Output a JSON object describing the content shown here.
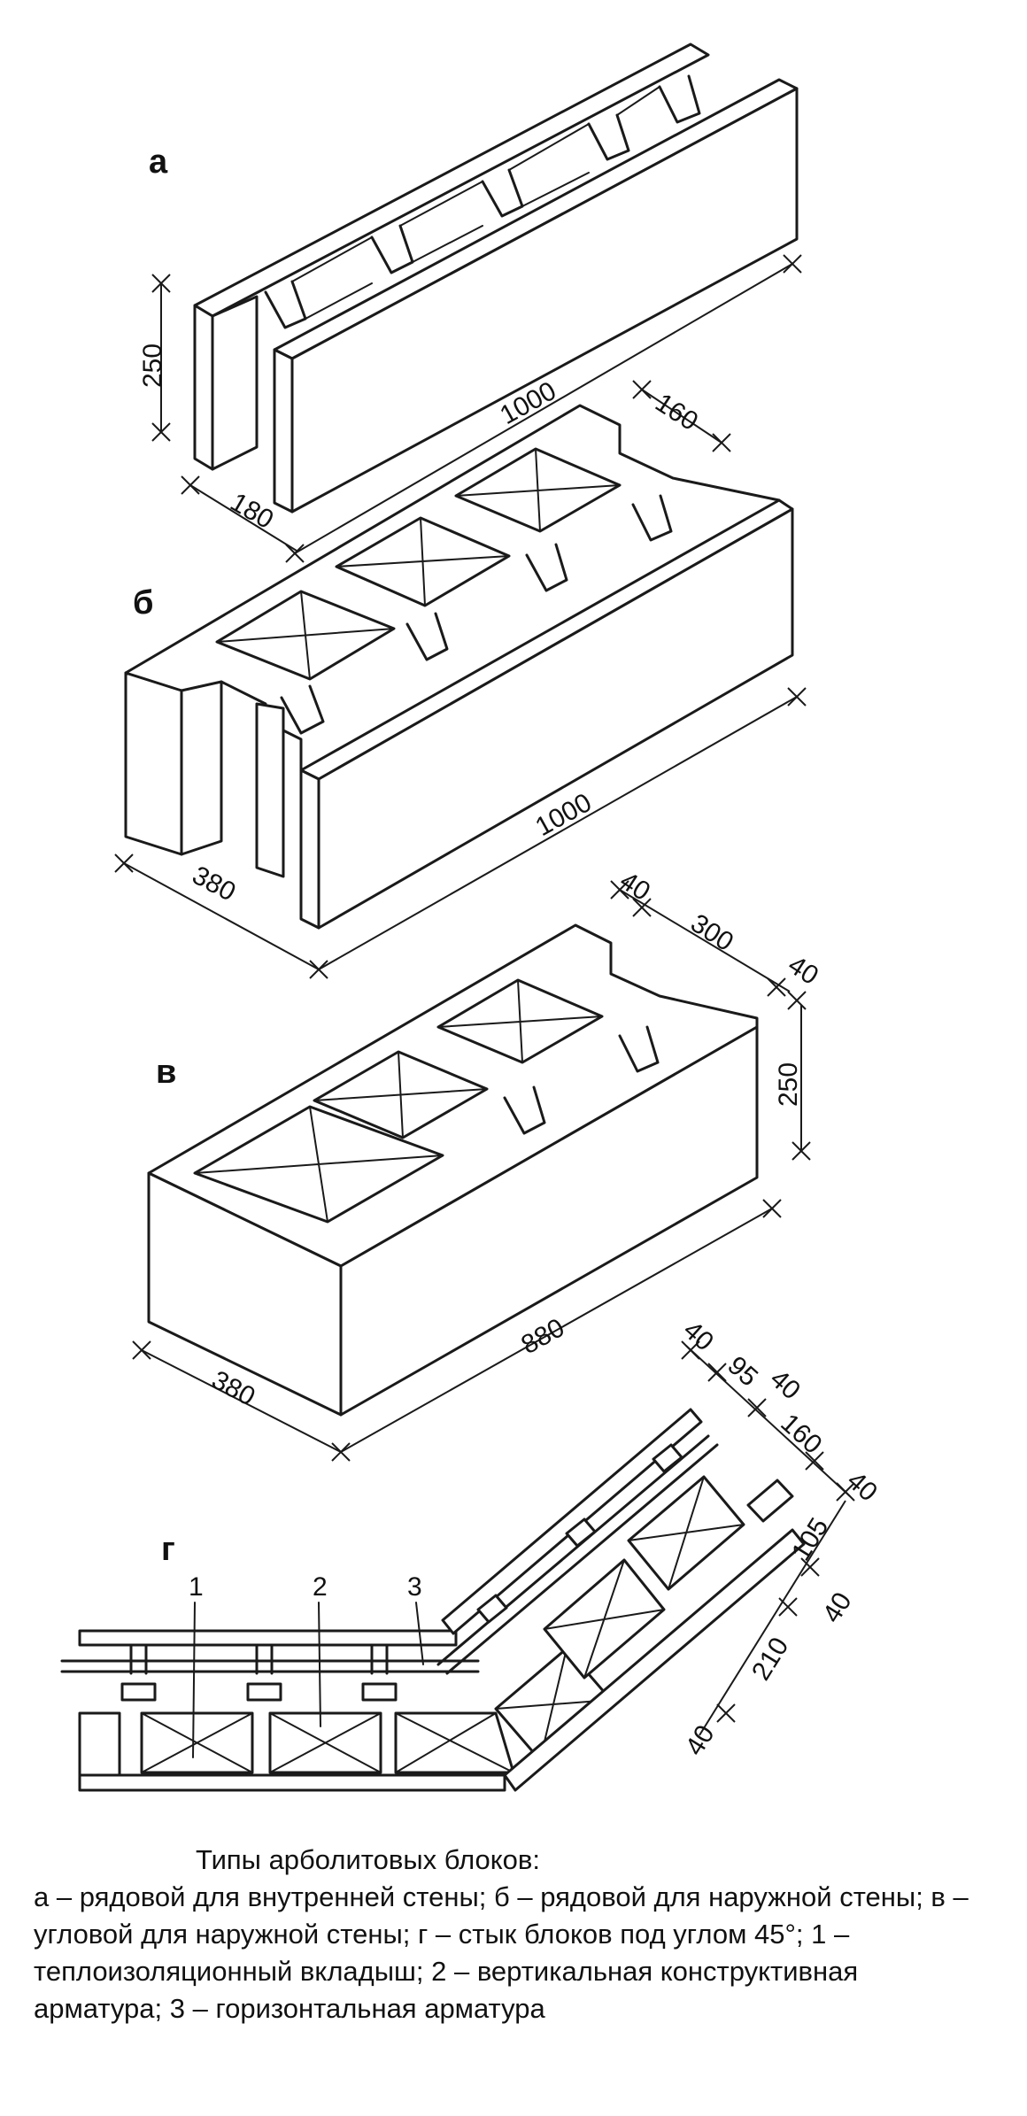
{
  "figure": {
    "label_a": "а",
    "label_b": "б",
    "label_v": "в",
    "label_g": "г",
    "callouts": [
      "1",
      "2",
      "3"
    ],
    "dims": {
      "a_height": "250",
      "a_length": "1000",
      "a_width": "180",
      "b_top": "160",
      "b_length": "1000",
      "b_width": "380",
      "v_top_left": "40",
      "v_top_mid": "300",
      "v_top_right": "40",
      "v_height": "250",
      "v_length": "880",
      "v_width": "380",
      "g_40_a": "40",
      "g_95": "95",
      "g_40_b": "40",
      "g_160": "160",
      "g_40_c": "40",
      "g_105": "105",
      "g_40_d": "40",
      "g_210": "210",
      "g_40_e": "40"
    }
  },
  "caption": {
    "title": "Типы арболитовых блоков:",
    "body": "а – рядовой для внутренней стены; б – рядовой для наружной стены; в – угловой для наружной стены; г – стык блоков под углом 45°; 1 – теплоизоляционный вкладыш; 2 – вертикальная конструктивная арматура; 3 – горизонтальная арматура"
  }
}
